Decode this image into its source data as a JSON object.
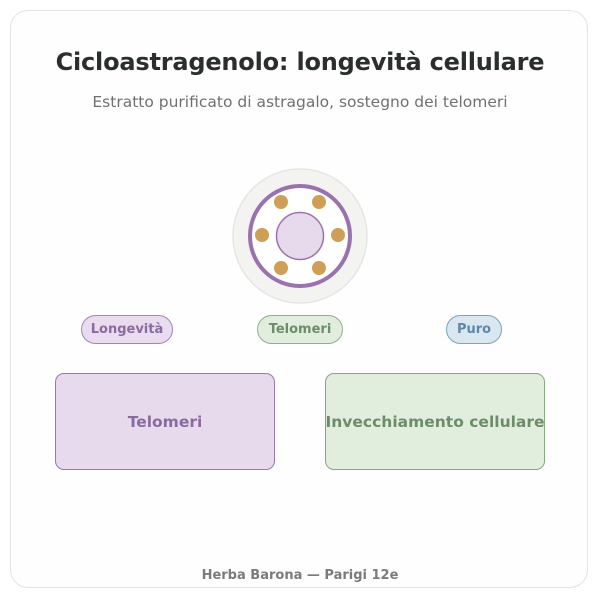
{
  "header": {
    "title": "Cicloastragenolo: longevità cellulare",
    "subtitle": "Estratto purificato di astragalo, sostegno dei telomeri"
  },
  "emblem": {
    "icon": "molecule-ring-icon",
    "colors": {
      "halo": "#f3f4f1",
      "ring": "#9a72ad",
      "core": "#e6daec",
      "dots": "#cf9f58"
    }
  },
  "tags": [
    {
      "label": "Longevità",
      "color": "#8a6aa0"
    },
    {
      "label": "Telomeri",
      "color": "#6d8c69"
    },
    {
      "label": "Puro",
      "color": "#5f87a6"
    }
  ],
  "panels": [
    {
      "label": "Telomeri",
      "color": "#8a6aa0"
    },
    {
      "label": "Invecchiamento cellulare",
      "color": "#6d8c69"
    }
  ],
  "footer": {
    "text": "Herba Barona — Parigi 12e"
  }
}
